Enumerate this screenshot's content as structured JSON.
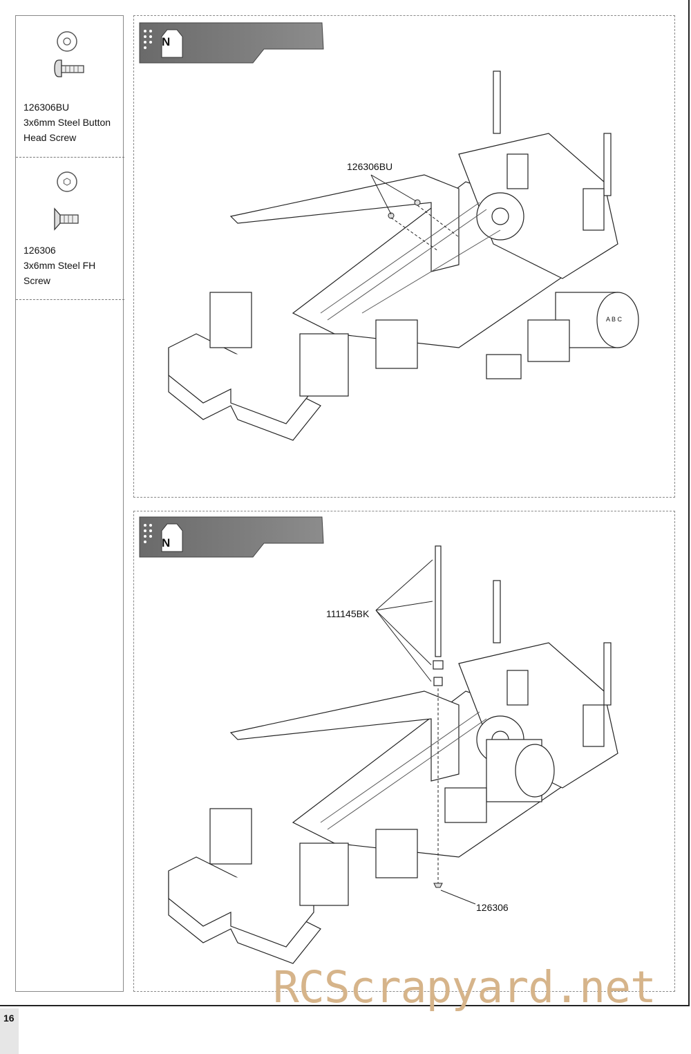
{
  "parts": [
    {
      "code": "126306BU",
      "name_line1": "3x6mm Steel Button",
      "name_line2": "Head Screw",
      "icon": "button-head-screw-icon"
    },
    {
      "code": "126306",
      "name_line1": "3x6mm Steel FH",
      "name_line2": "Screw",
      "icon": "flat-head-screw-icon"
    }
  ],
  "steps": [
    {
      "bag_letter": "N",
      "callouts": [
        "126306BU"
      ]
    },
    {
      "bag_letter": "N",
      "callouts": [
        "111145BK",
        "126306"
      ]
    }
  ],
  "page_number": "16",
  "watermark": "RCScrapyard.net",
  "motor_label": "A B C"
}
